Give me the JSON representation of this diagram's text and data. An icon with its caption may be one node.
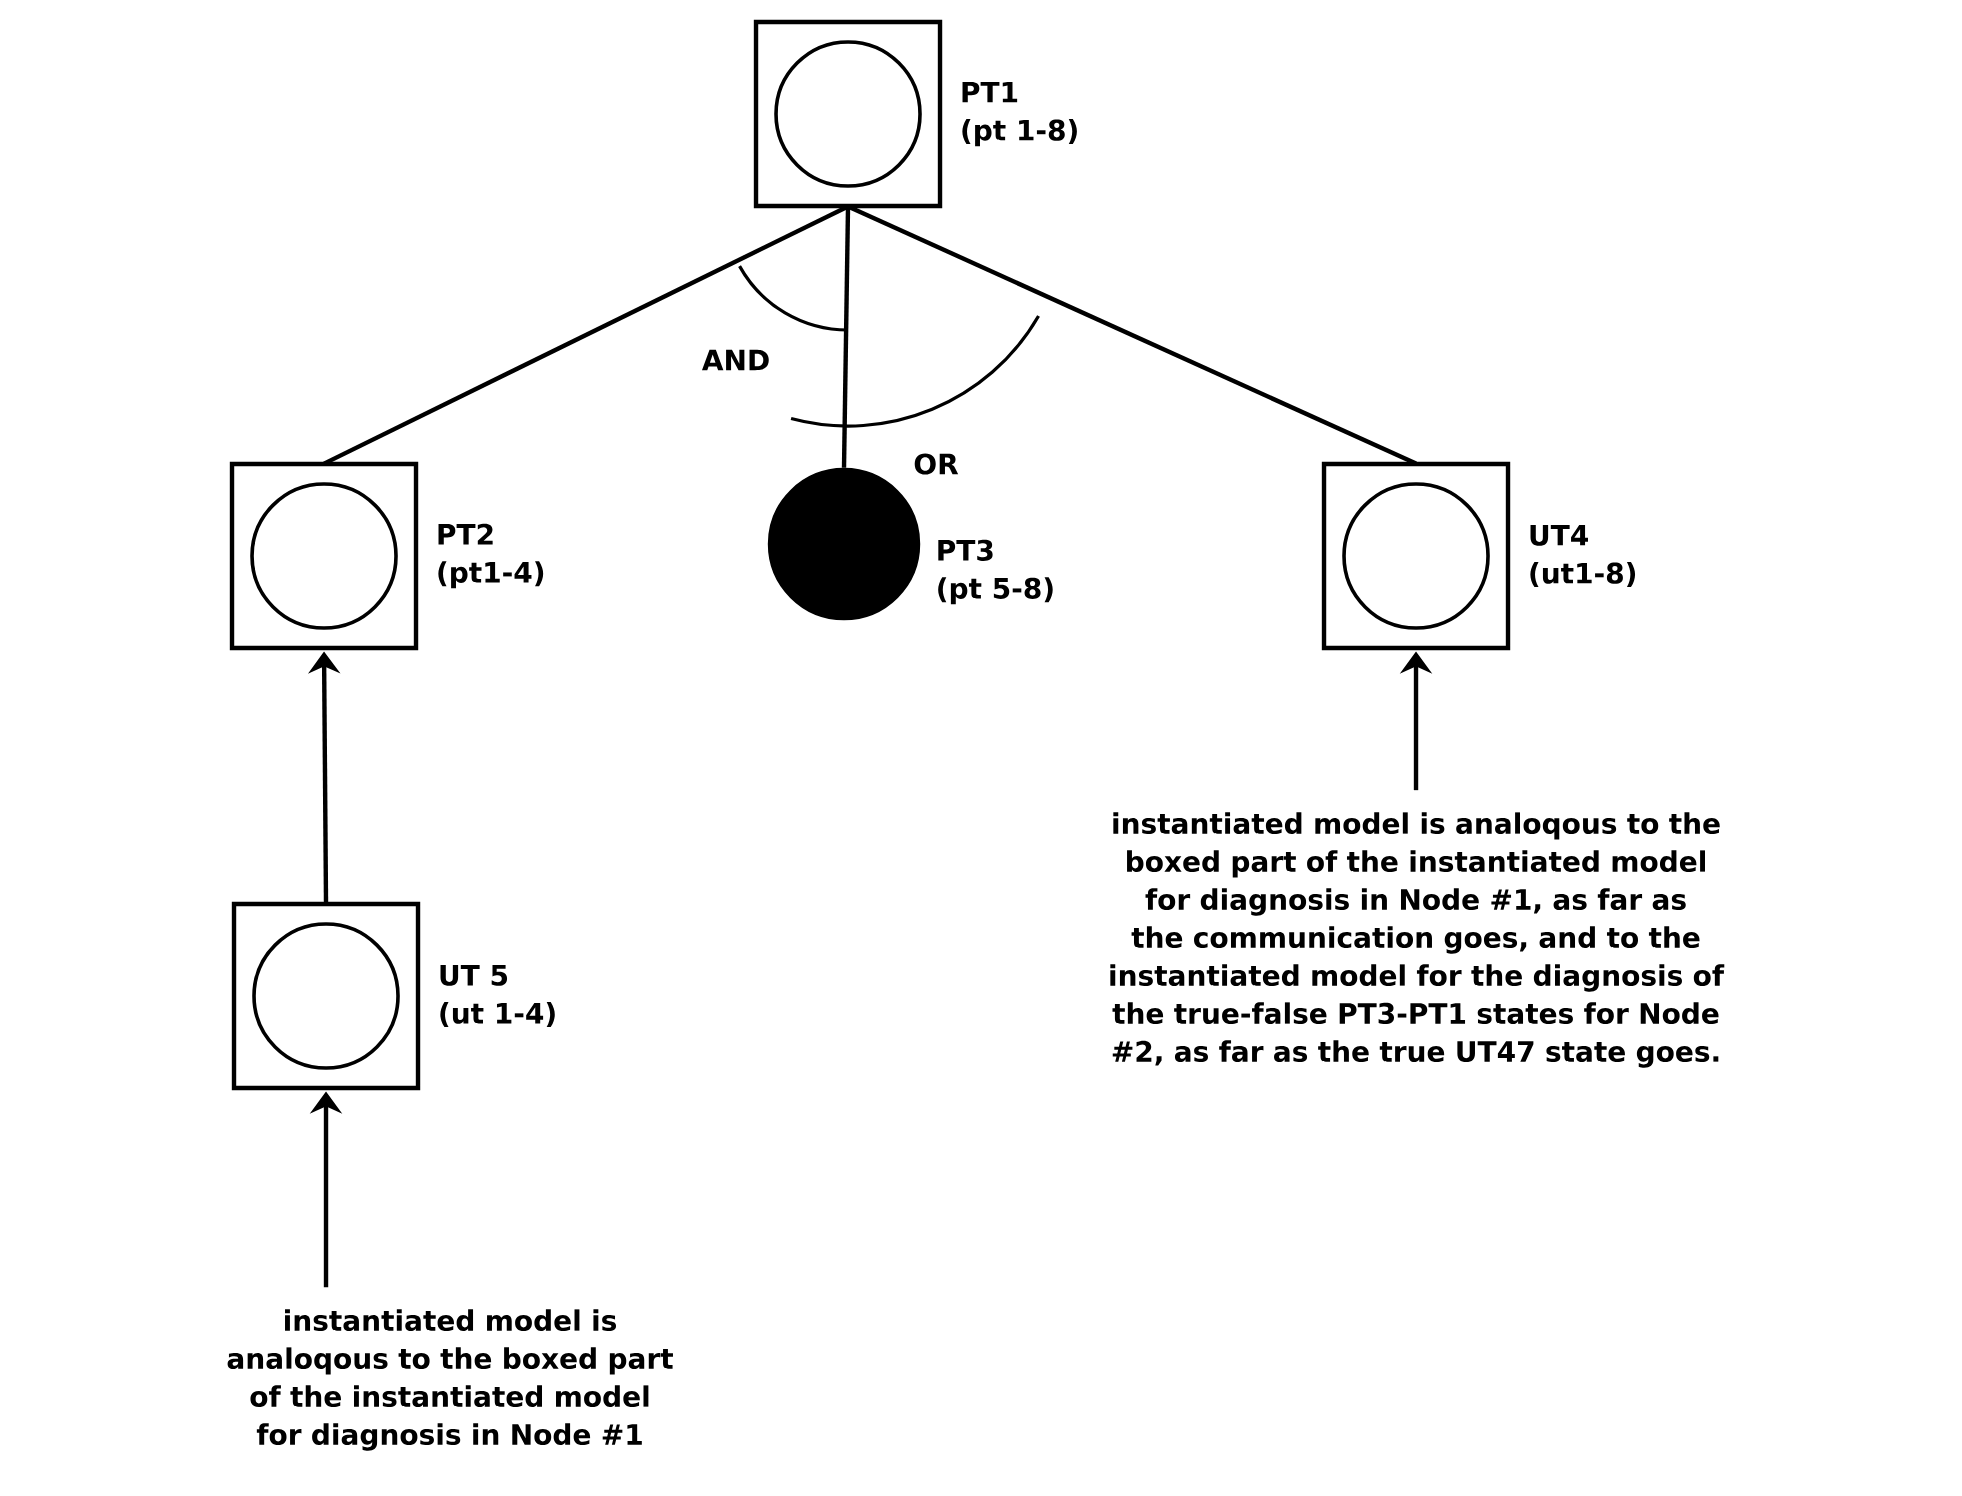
{
  "diagram": {
    "nodes": [
      {
        "text": [
          "PT1",
          "(pt 1-8)"
        ]
      },
      {
        "text": [
          "PT2",
          "(pt1-4)"
        ]
      },
      {
        "text": [
          "PT3",
          "(pt 5-8)"
        ]
      },
      {
        "text": [
          "UT4",
          "(ut1-8)"
        ]
      },
      {
        "text": [
          "instantiated model is analoqous to the boxed part of the instantiated model for diagnosis in Node #1, as far as the communication goes, and to the instantiated model for the diagnosis of the true-false PT3-PT1 states for Node #2, as far as the true UT47 state goes."
        ]
      },
      {
        "text": [
          "UT 5",
          "(ut 1-4)"
        ]
      },
      {
        "text": [
          "instantiated model is analoqous to the boxed part of the instantiated model for diagnosis in Node #1"
        ]
      }
    ],
    "edges": [
      {
        "from": 0,
        "to": 1,
        "arrow": "none"
      },
      {
        "from": 0,
        "to": 2,
        "arrow": "none"
      },
      {
        "from": 0,
        "to": 3,
        "arrow": "none"
      },
      {
        "from": 4,
        "to": 3,
        "arrow": "to"
      },
      {
        "from": 5,
        "to": 1,
        "arrow": "to"
      },
      {
        "from": 6,
        "to": 5,
        "arrow": "to"
      }
    ],
    "labels": [
      "AND",
      "OR"
    ]
  }
}
